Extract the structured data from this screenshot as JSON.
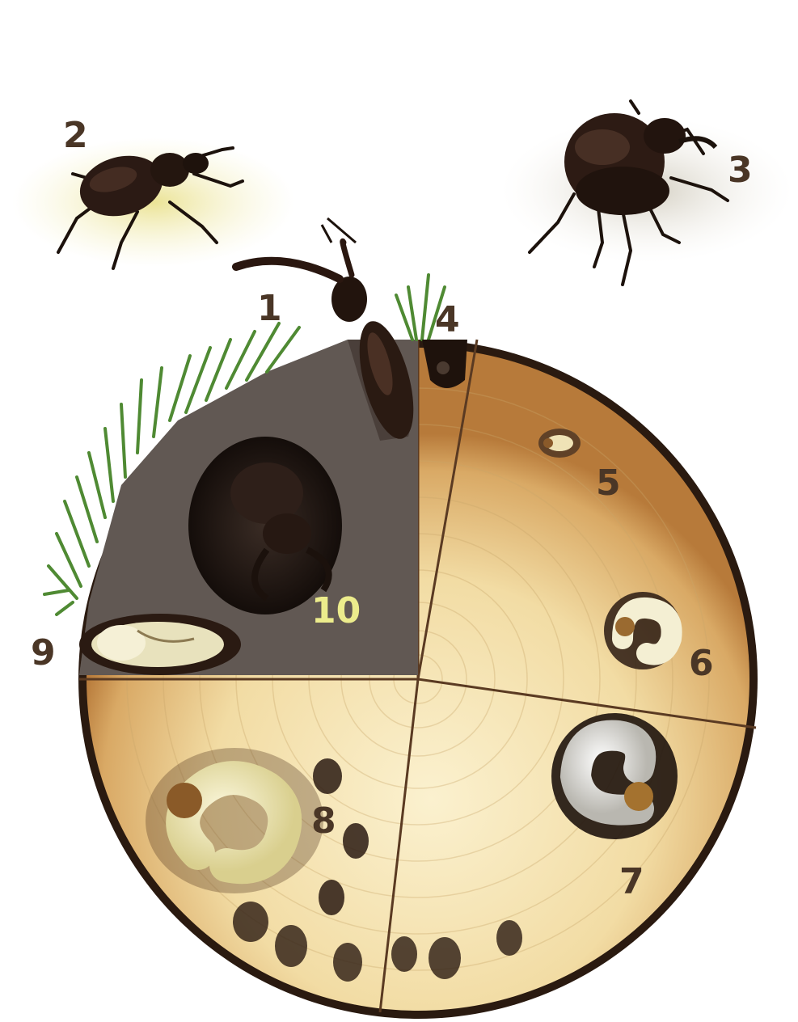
{
  "labels": {
    "l1": "1",
    "l2": "2",
    "l3": "3",
    "l4": "4",
    "l5": "5",
    "l6": "6",
    "l7": "7",
    "l8": "8",
    "l9": "9",
    "l10": "10"
  },
  "colors": {
    "label": "#4a3626",
    "label_highlight": "#ecec8c",
    "wood_light": "#f4e3b0",
    "wood_dark": "#c98f4a",
    "bark": "#2a1a10",
    "soil": "#6b625c",
    "grass": "#5e9a3c",
    "beetle": "#2b1a14",
    "larva": "#efe7b8"
  }
}
